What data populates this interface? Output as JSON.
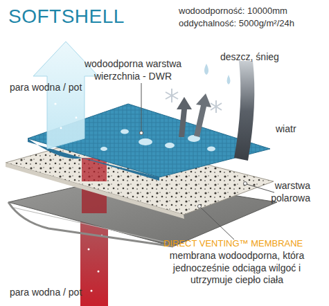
{
  "diagram": {
    "title": "SOFTSHELL",
    "labels": [
      "wodoodporność: 10000mm",
      "oddychalność: 5000g/m²/24h",
      "wodoodporna warstwa wierzchnia - DWR",
      "deszcz, śnieg",
      "para wodna / pot",
      "wiatr",
      "warstwa polarowa",
      "DIRECT VENTING™ MEMBRANE",
      "membrana wodoodporna, która jednocześnie odciąga wilgoć i utrzymuje ciepło ciała",
      "para wodna / pot"
    ]
  }
}
